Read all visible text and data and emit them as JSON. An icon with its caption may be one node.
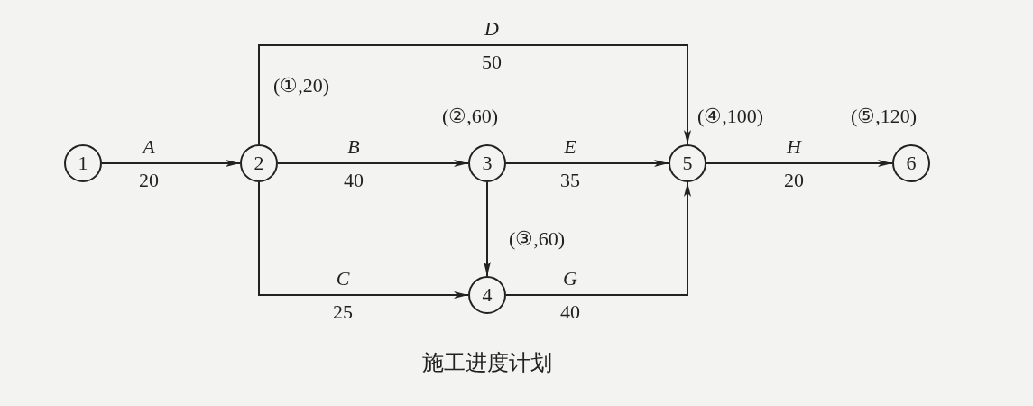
{
  "diagram": {
    "caption": "施工进度计划",
    "nodes": [
      {
        "text": [
          "1"
        ]
      },
      {
        "text": [
          "2"
        ],
        "beside": [
          "(①,20)"
        ]
      },
      {
        "text": [
          "3"
        ],
        "beside": [
          "(②,60)"
        ]
      },
      {
        "text": [
          "4"
        ],
        "beside": [
          "(③,60)"
        ]
      },
      {
        "text": [
          "5"
        ],
        "beside": [
          "(④,100)"
        ]
      },
      {
        "text": [
          "6"
        ],
        "beside": [
          "(⑤,120)"
        ]
      }
    ],
    "edges": [
      {
        "from": 0,
        "to": 1,
        "arrow": "to",
        "label": "*A* 20"
      },
      {
        "from": 1,
        "to": 2,
        "arrow": "to",
        "label": "*B* 40"
      },
      {
        "from": 1,
        "to": 4,
        "arrow": "to",
        "label": "*D* 50"
      },
      {
        "from": 1,
        "to": 3,
        "arrow": "to",
        "label": "*C* 25"
      },
      {
        "from": 2,
        "to": 4,
        "arrow": "to",
        "label": "*E* 35"
      },
      {
        "from": 2,
        "to": 3,
        "arrow": "to"
      },
      {
        "from": 3,
        "to": 4,
        "arrow": "to",
        "label": "*G* 40"
      },
      {
        "from": 4,
        "to": 5,
        "arrow": "to",
        "label": "*H* 20"
      }
    ]
  }
}
